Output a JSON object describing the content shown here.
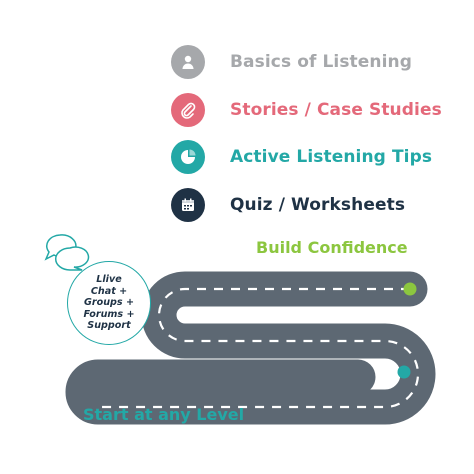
{
  "legend": [
    {
      "label": "Basics of Listening",
      "icon": "person-icon",
      "icon_color": "#a6a8ab",
      "text_color": "#a6a8ab"
    },
    {
      "label": "Stories / Case Studies",
      "icon": "paperclip-icon",
      "icon_color": "#e4697a",
      "text_color": "#e4697a"
    },
    {
      "label": "Active Listening Tips",
      "icon": "pie-chart-icon",
      "icon_color": "#23a8a6",
      "text_color": "#23a8a6"
    },
    {
      "label": "Quiz / Worksheets",
      "icon": "calendar-icon",
      "icon_color": "#1f3245",
      "text_color": "#1f3245"
    }
  ],
  "road": {
    "goal_label": "Build Confidence",
    "start_label": "Start at any Level",
    "road_color": "#5d6873",
    "goal_marker_color": "#8cc63f",
    "start_marker_color": "#23a8a6"
  },
  "support": {
    "icon": "chat-bubbles-icon",
    "lines": [
      "Llive",
      "Chat +",
      "Groups +",
      "Forums +",
      "Support"
    ]
  }
}
